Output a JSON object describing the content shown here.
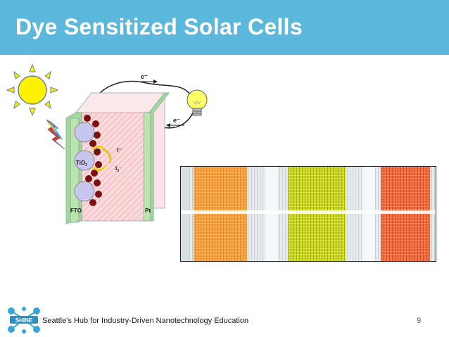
{
  "slide": {
    "title": "Dye Sensitized Solar Cells",
    "page_number": "9"
  },
  "diagram": {
    "electron_label": "e⁻",
    "tio2_label": "TiO",
    "tio2_subscript": "2",
    "iodide_label": "I⁻",
    "triiodide_label": "I",
    "triiodide_subscript": "3",
    "triiodide_superscript": "–",
    "fto_label": "FTO",
    "pt_label": "Pt"
  },
  "footer": {
    "text": "Seattle's Hub for Industry-Driven Nanotechnology Education",
    "logo_text": "SHINE"
  },
  "colors": {
    "title_bar": "#5bb8dc",
    "glass_green": "#a9d79a",
    "electrolyte_pink": "#f6c9cc",
    "dye_red": "#7a1010",
    "tio2_particle": "#c7c6ee",
    "sun_yellow": "#fff200",
    "cell_orange": "#f4a040",
    "cell_yellow": "#c9d42a",
    "cell_red": "#ef6a3e"
  }
}
